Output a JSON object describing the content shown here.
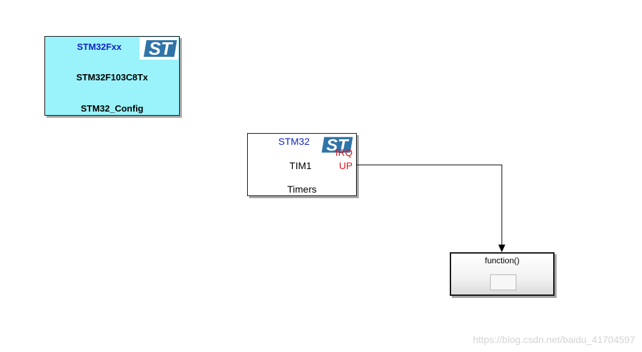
{
  "config_block": {
    "family": "STM32Fxx",
    "device": "STM32F103C8Tx",
    "name": "STM32_Config",
    "logo_icon": "st-logo-icon",
    "bg_color": "#9af3fb",
    "title_color": "#1224c6"
  },
  "timer_block": {
    "brand": "STM32",
    "peripheral": "TIM1",
    "category": "Timers",
    "ports": {
      "irq": "IRQ",
      "up": "UP"
    },
    "logo_icon": "st-logo-icon",
    "port_color": "#e0141b"
  },
  "function_block": {
    "trigger_label": "function()",
    "icon": "subsystem-icon"
  },
  "watermark": {
    "text": "https://blog.csdn.net/baidu_41704597"
  }
}
